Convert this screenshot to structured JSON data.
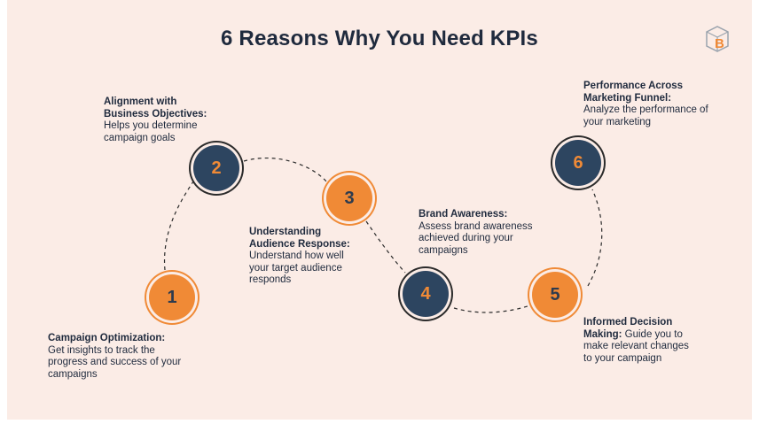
{
  "title": "6 Reasons Why You Need KPIs",
  "colors": {
    "navy": "#2d4560",
    "orange": "#f08a36",
    "background": "#fbece6"
  },
  "reasons": [
    {
      "number": "1",
      "heading": "Campaign Optimization:",
      "body": "Get insights to track the progress and success of your campaigns"
    },
    {
      "number": "2",
      "heading": "Alignment with Business Objectives:",
      "body": "Helps you determine campaign goals"
    },
    {
      "number": "3",
      "heading": "Understanding Audience Response:",
      "body": "Understand how well your target audience responds"
    },
    {
      "number": "4",
      "heading": "Brand Awareness:",
      "body": "Assess brand awareness achieved during your campaigns"
    },
    {
      "number": "5",
      "heading": "Informed Decision Making:",
      "body": "Guide you to make relevant changes to your campaign"
    },
    {
      "number": "6",
      "heading": "Performance Across Marketing Funnel:",
      "body": "Analyze the performance of your marketing"
    }
  ]
}
